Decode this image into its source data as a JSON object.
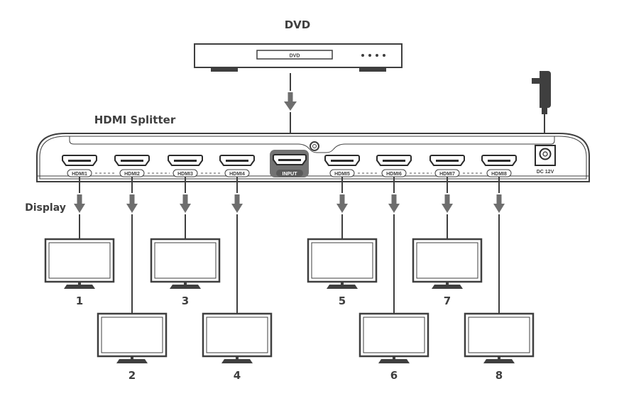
{
  "diagram": {
    "source": {
      "title": "DVD",
      "display_text": "DVD",
      "indicator_dots": 4
    },
    "splitter": {
      "title": "HDMI Splitter",
      "input_label": "INPUT",
      "power_label": "DC 12V",
      "outputs": [
        {
          "port": "HDMI1",
          "display": "1",
          "row": "top"
        },
        {
          "port": "HDMI2",
          "display": "2",
          "row": "bottom"
        },
        {
          "port": "HDMI3",
          "display": "3",
          "row": "top"
        },
        {
          "port": "HDMI4",
          "display": "4",
          "row": "bottom"
        },
        {
          "port": "HDMI5",
          "display": "5",
          "row": "top"
        },
        {
          "port": "HDMI6",
          "display": "6",
          "row": "bottom"
        },
        {
          "port": "HDMI7",
          "display": "7",
          "row": "top"
        },
        {
          "port": "HDMI8",
          "display": "8",
          "row": "bottom"
        }
      ]
    },
    "display_label": "Display",
    "power_adapter": "power-adapter",
    "colors": {
      "line": "#3f3f3f",
      "arrow": "#6e6e6e",
      "input_highlight": "#737373"
    }
  }
}
